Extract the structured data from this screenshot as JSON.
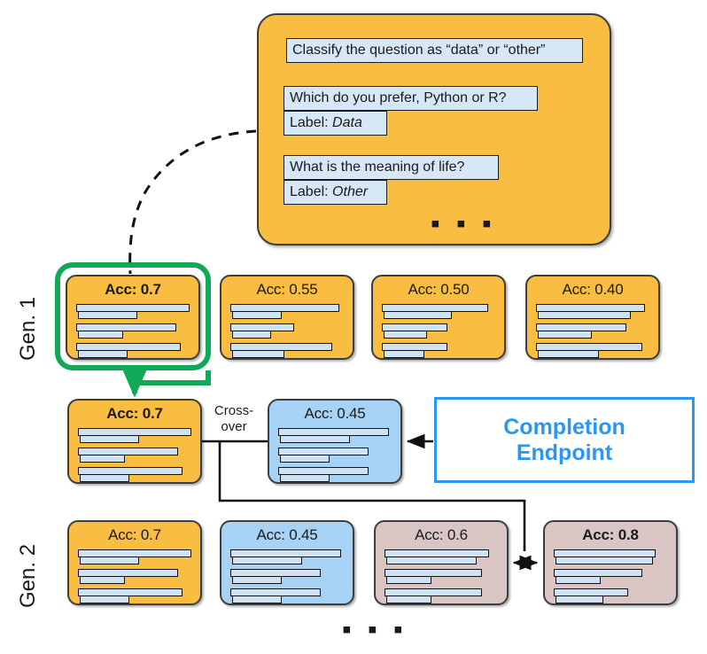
{
  "diagram": {
    "title": "Evolutionary prompt optimization loop",
    "prompt_box": {
      "instruction": "Classify the question as “data” or “other”",
      "examples": [
        {
          "question": "Which do you prefer, Python or R?",
          "label_prefix": "Label: ",
          "label_value": "Data"
        },
        {
          "question": "What is the meaning of life?",
          "label_prefix": "Label: ",
          "label_value": "Other"
        }
      ],
      "ellipsis": "▪ ▪ ▪"
    },
    "generations": [
      {
        "label": "Gen. 1",
        "cards": [
          {
            "acc": "Acc: 0.7",
            "color": "orange",
            "bold": true,
            "selected": true,
            "bars": [
              [
                100,
                52
              ],
              [
                88,
                40
              ],
              [
                92,
                44
              ]
            ]
          },
          {
            "acc": "Acc: 0.55",
            "color": "orange",
            "bold": false,
            "selected": false,
            "bars": [
              [
                96,
                44
              ],
              [
                56,
                34
              ],
              [
                90,
                46
              ]
            ]
          },
          {
            "acc": "Acc: 0.50",
            "color": "orange",
            "bold": false,
            "selected": false,
            "bars": [
              [
                94,
                60
              ],
              [
                58,
                38
              ],
              [
                58,
                36
              ]
            ]
          },
          {
            "acc": "Acc: 0.40",
            "color": "orange",
            "bold": false,
            "selected": false,
            "bars": [
              [
                96,
                82
              ],
              [
                80,
                48
              ],
              [
                94,
                54
              ]
            ]
          }
        ]
      },
      {
        "label": "Gen. 2",
        "cards": [
          {
            "acc": "Acc: 0.7",
            "color": "orange",
            "bold": false,
            "selected": false,
            "bars": [
              [
                100,
                52
              ],
              [
                88,
                40
              ],
              [
                92,
                44
              ]
            ]
          },
          {
            "acc": "Acc: 0.45",
            "color": "blue",
            "bold": false,
            "selected": false,
            "bars": [
              [
                98,
                62
              ],
              [
                80,
                44
              ],
              [
                80,
                44
              ]
            ]
          },
          {
            "acc": "Acc: 0.6",
            "color": "mauve",
            "bold": false,
            "selected": false,
            "bars": [
              [
                92,
                80
              ],
              [
                86,
                40
              ],
              [
                86,
                40
              ]
            ]
          },
          {
            "acc": "Acc: 0.8",
            "color": "mauve",
            "bold": true,
            "selected": false,
            "bars": [
              [
                90,
                86
              ],
              [
                78,
                40
              ],
              [
                66,
                42
              ]
            ]
          }
        ],
        "ellipsis": "▪ ▪ ▪"
      }
    ],
    "mid_row": {
      "parent_card": {
        "acc": "Acc: 0.7",
        "color": "orange",
        "bold": true,
        "bars": [
          [
            100,
            52
          ],
          [
            88,
            40
          ],
          [
            92,
            44
          ]
        ]
      },
      "crossover_label": "Cross-\nover",
      "crossover_label_line1": "Cross-",
      "crossover_label_line2": "over",
      "child_card": {
        "acc": "Acc: 0.45",
        "color": "blue",
        "bold": false,
        "bars": [
          [
            98,
            62
          ],
          [
            80,
            44
          ],
          [
            80,
            44
          ]
        ]
      }
    },
    "endpoint": {
      "line1": "Completion",
      "line2": "Endpoint",
      "accent_color": "#2A96F6"
    },
    "colors": {
      "orange": "#F9BD42",
      "blue": "#A6D2F5",
      "mauve": "#D9C5C4",
      "bar_fill": "#CFE2F3",
      "prompt_label_fill": "#D6E7F7",
      "select_green": "#0FA958",
      "endpoint_blue": "#2A96F6",
      "stroke": "#1c1c1c"
    }
  }
}
